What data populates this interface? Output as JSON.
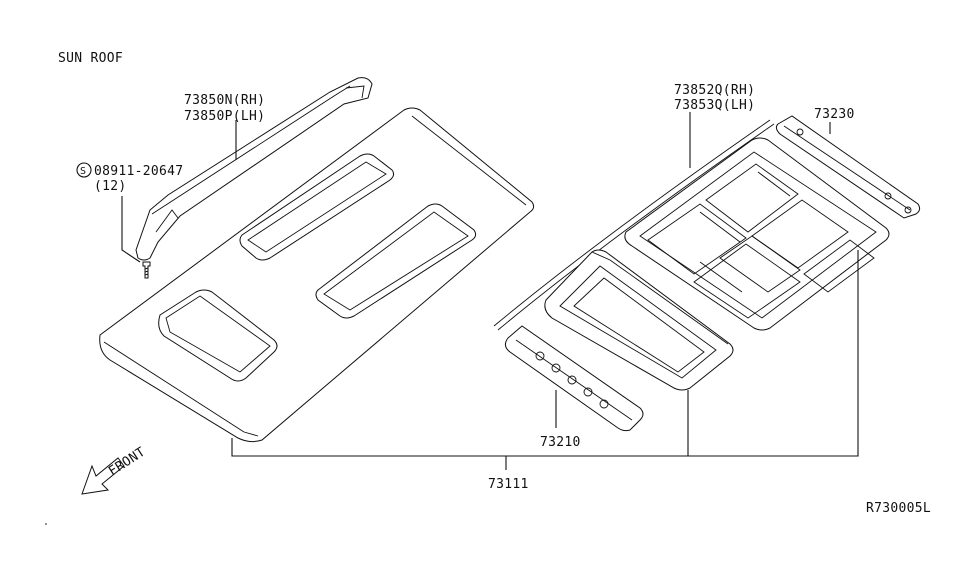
{
  "diagram": {
    "title": "SUN ROOF",
    "labels": {
      "rail_rh": "73850N(RH)",
      "rail_lh": "73850P(LH)",
      "screw_part": "08911-20647",
      "screw_symbol": "S",
      "screw_qty": "(12)",
      "frame_rh": "73852Q(RH)",
      "frame_lh": "73853Q(LH)",
      "rear_bow": "73230",
      "front_bow": "73210",
      "roof_panel": "73111",
      "front_marker": "FRONT",
      "diagram_code": "R730005L"
    }
  }
}
